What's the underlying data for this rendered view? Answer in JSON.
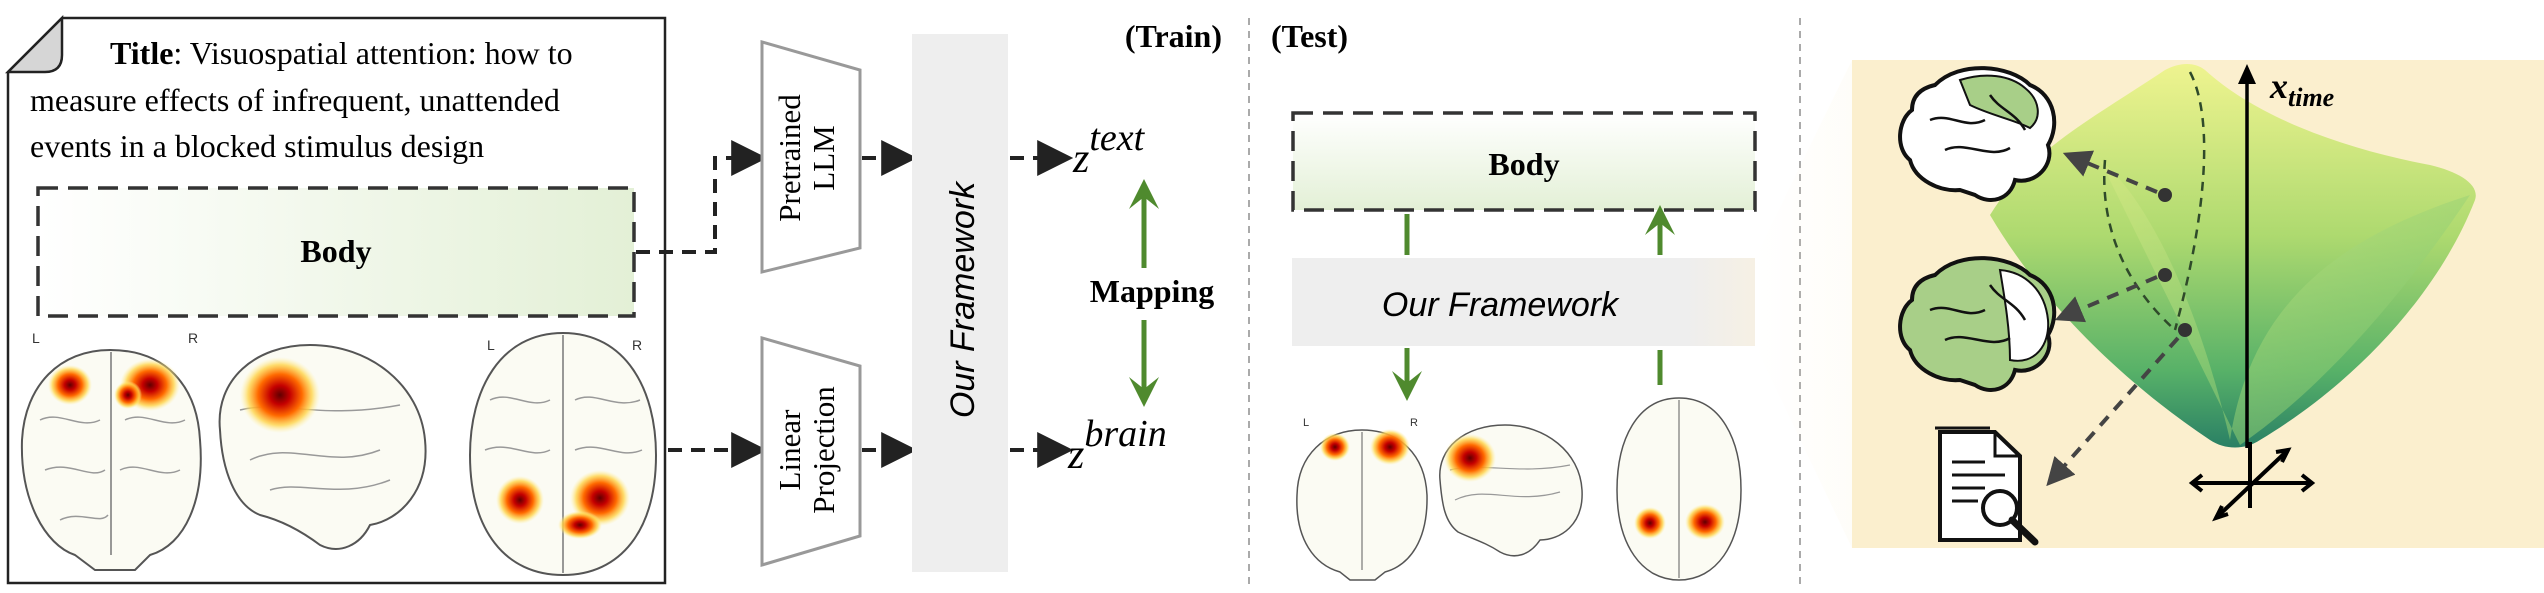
{
  "left_panel": {
    "title_label": "Title",
    "title_lines": [
      ": Visuospatial attention: how to",
      "measure effects of infrequent, unattended",
      "events in a blocked stimulus design"
    ],
    "body_label": "Body",
    "brain_view_labels": {
      "left": "L",
      "right": "R"
    }
  },
  "encoders": {
    "llm_lines": [
      "Pretrained",
      "LLM"
    ],
    "projection_lines": [
      "Linear",
      "Projection"
    ]
  },
  "train": {
    "header": "(Train)",
    "framework_label": "Our Framework",
    "z_text": {
      "base": "z",
      "sup": "text"
    },
    "z_brain": {
      "base": "z",
      "sup": "brain"
    },
    "mapping_label": "Mapping"
  },
  "test": {
    "header": "(Test)",
    "body_label": "Body",
    "framework_label": "Our Framework",
    "brain_view_labels": {
      "left": "L",
      "right": "R"
    }
  },
  "manifold": {
    "axis_label": {
      "base": "x",
      "sub": "time"
    }
  },
  "colors": {
    "dash": "#222222",
    "green_arrow": "#4f8a2e",
    "framework_gray": "#eeeeee",
    "manifold_bg": "#fbefce",
    "body_gradient_end": "#e6f2dc",
    "heat_core": "#b00000",
    "heat_mid": "#ff5a00",
    "heat_outer": "#ffd84a"
  },
  "icons": [
    "document-icon",
    "brain-icon",
    "document-search-icon",
    "axes-icon"
  ]
}
